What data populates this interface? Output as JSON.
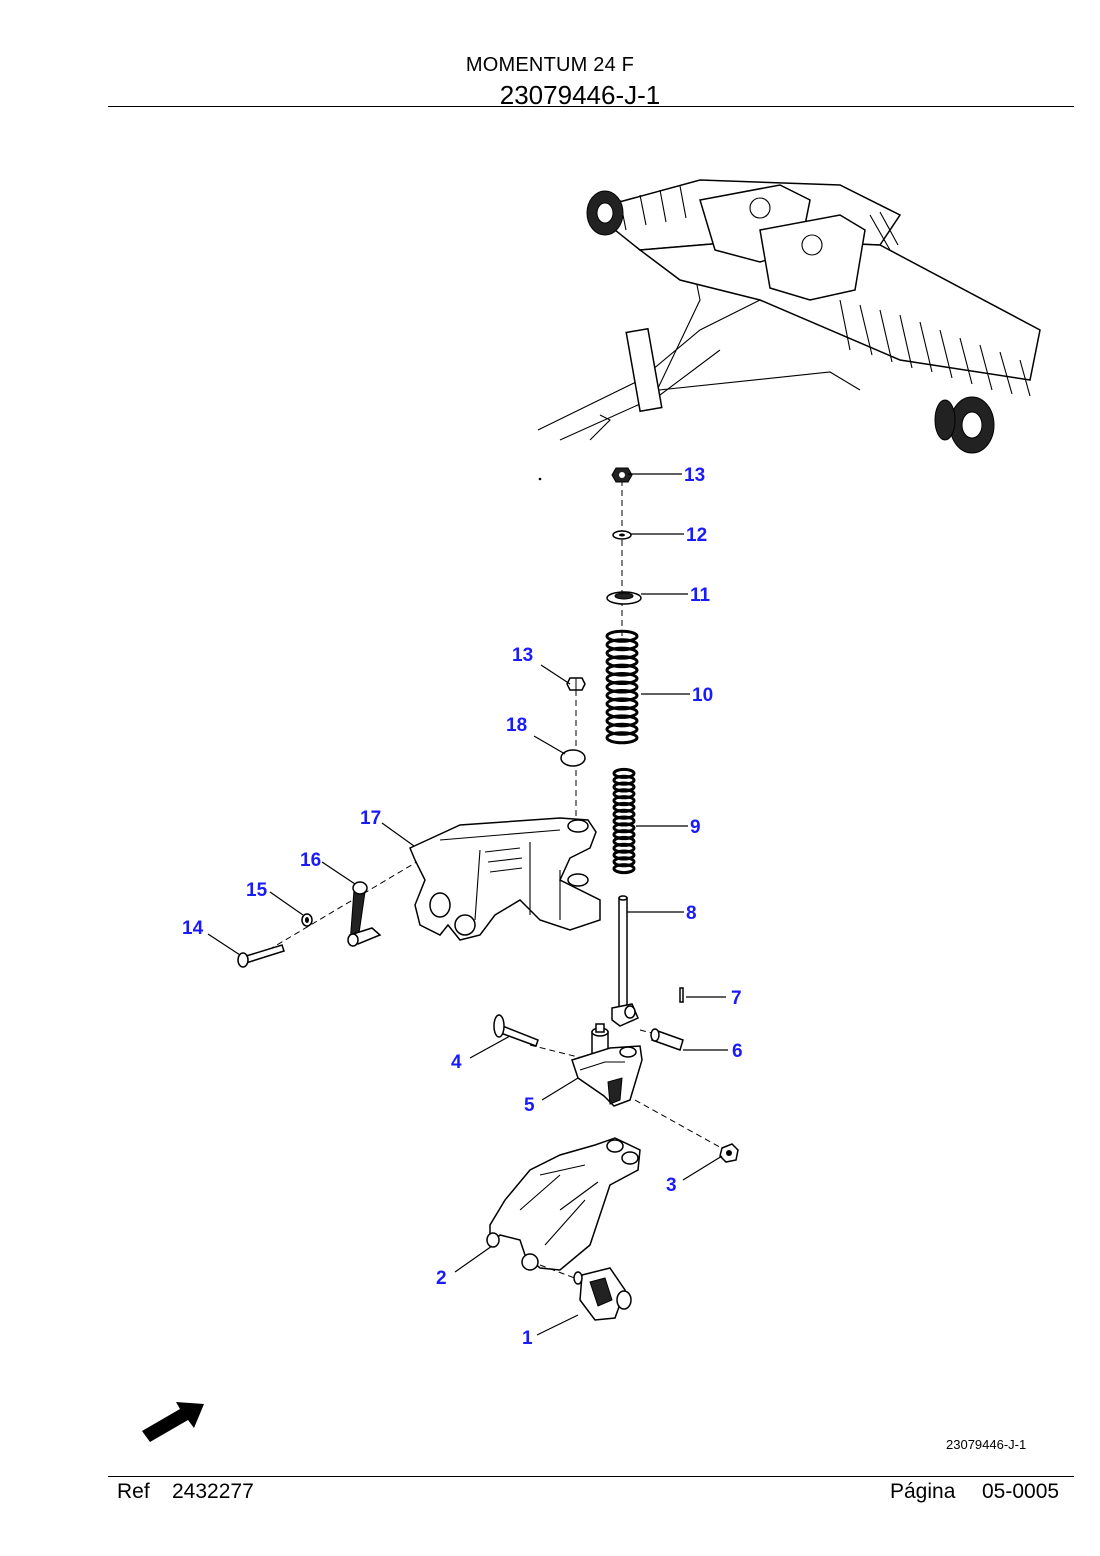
{
  "header": {
    "model": "MOMENTUM 24 F",
    "document_number": "23079446-J-1"
  },
  "diagram": {
    "callouts": [
      {
        "number": "13"
      },
      {
        "number": "12"
      },
      {
        "number": "11"
      },
      {
        "number": "13"
      },
      {
        "number": "10"
      },
      {
        "number": "18"
      },
      {
        "number": "17"
      },
      {
        "number": "9"
      },
      {
        "number": "16"
      },
      {
        "number": "15"
      },
      {
        "number": "14"
      },
      {
        "number": "8"
      },
      {
        "number": "7"
      },
      {
        "number": "6"
      },
      {
        "number": "4"
      },
      {
        "number": "5"
      },
      {
        "number": "3"
      },
      {
        "number": "2"
      },
      {
        "number": "1"
      }
    ],
    "callout_color": "#1a1aff",
    "drawing_id": "23079446-J-1",
    "direction_icon": "arrow-forward-icon"
  },
  "footer": {
    "ref_label": "Ref",
    "ref_value": "2432277",
    "page_label": "Página",
    "page_value": "05-0005"
  }
}
